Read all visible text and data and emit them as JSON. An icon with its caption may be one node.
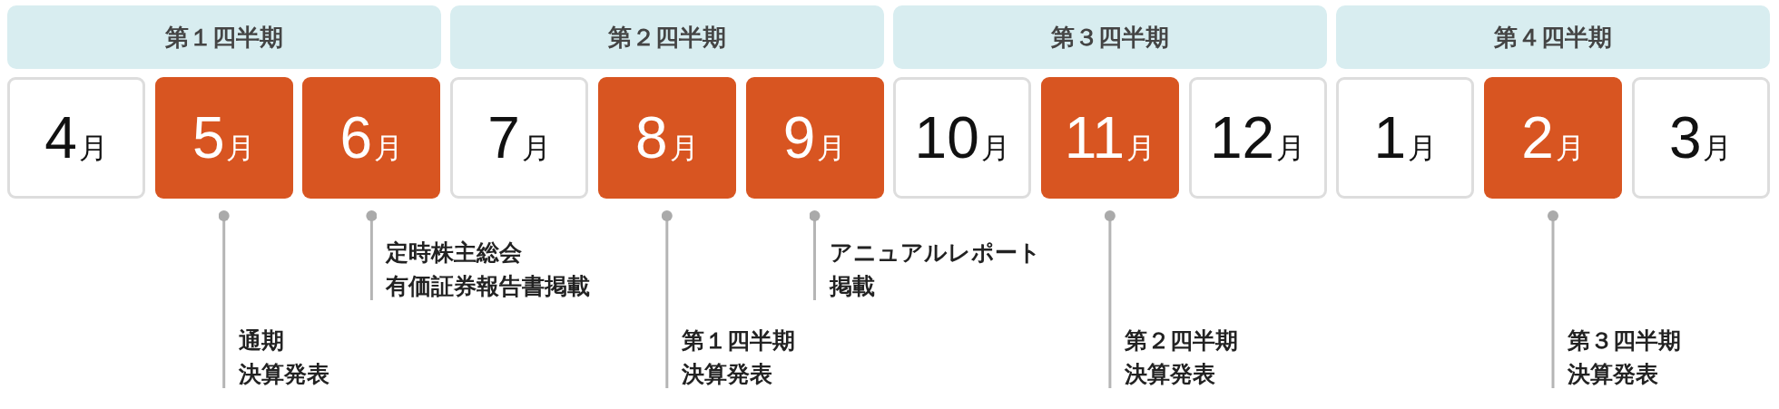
{
  "diagram": {
    "nodes": [
      {
        "text": [
          "第１四半期"
        ]
      },
      {
        "text": [
          "第２四半期"
        ]
      },
      {
        "text": [
          "第３四半期"
        ]
      },
      {
        "text": [
          "第４四半期"
        ]
      },
      {
        "text": [
          "4月"
        ]
      },
      {
        "text": [
          "5月"
        ]
      },
      {
        "text": [
          "6月"
        ]
      },
      {
        "text": [
          "7月"
        ]
      },
      {
        "text": [
          "8月"
        ]
      },
      {
        "text": [
          "9月"
        ]
      },
      {
        "text": [
          "10月"
        ]
      },
      {
        "text": [
          "11月"
        ]
      },
      {
        "text": [
          "12月"
        ]
      },
      {
        "text": [
          "1月"
        ]
      },
      {
        "text": [
          "2月"
        ]
      },
      {
        "text": [
          "3月"
        ]
      },
      {
        "text": [
          "通期決算発表"
        ]
      },
      {
        "text": [
          "定時株主総会有価証券報告書掲載"
        ]
      },
      {
        "text": [
          "第１四半期決算発表"
        ]
      },
      {
        "text": [
          "アニュアルレポート掲載"
        ]
      },
      {
        "text": [
          "第２四半期決算発表"
        ]
      },
      {
        "text": [
          "第３四半期決算発表"
        ]
      }
    ],
    "edges": [
      {
        "from": 16,
        "to": 5,
        "arrow": "other"
      },
      {
        "from": 17,
        "to": 6,
        "arrow": "other"
      },
      {
        "from": 18,
        "to": 8,
        "arrow": "other"
      },
      {
        "from": 19,
        "to": 9,
        "arrow": "other"
      },
      {
        "from": 20,
        "to": 11,
        "arrow": "other"
      },
      {
        "from": 21,
        "to": 14,
        "arrow": "other"
      }
    ]
  }
}
